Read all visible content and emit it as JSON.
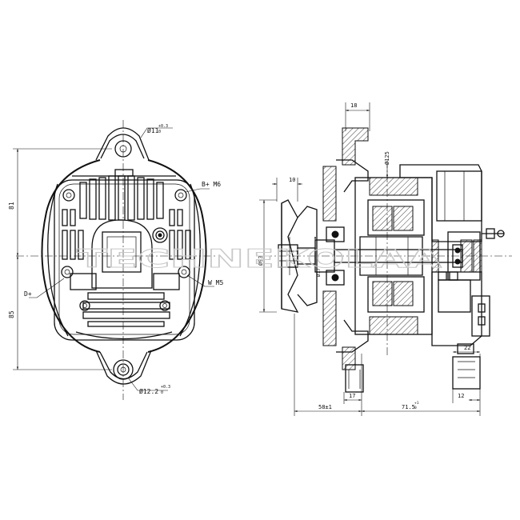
{
  "front_view": {
    "dims": {
      "top_hole": "Ø11",
      "top_hole_tol": "+0.3",
      "top_hole_tol2": "0",
      "bottom_hole": "Ø12.2",
      "bottom_hole_tol": "+0.3",
      "bottom_hole_tol2": "0",
      "upper_height": "81",
      "lower_height": "85"
    },
    "labels": {
      "b_plus": "B+ M6",
      "w": "W M5",
      "d_plus": "D+"
    }
  },
  "side_view": {
    "dims": {
      "top_width": "18",
      "pulley_width": "10",
      "bearing_dia": "Ø125",
      "shaft_dia": "Ø93",
      "shaft_small": "Ø17",
      "bottom_left": "58±1",
      "bottom_mid": "17",
      "bottom_right": "71.5",
      "bottom_right_tol": "+1",
      "bottom_right_tol2": "0",
      "foot_width": "22",
      "foot_small": "12"
    }
  },
  "watermark": "TECHNEKOLAA"
}
